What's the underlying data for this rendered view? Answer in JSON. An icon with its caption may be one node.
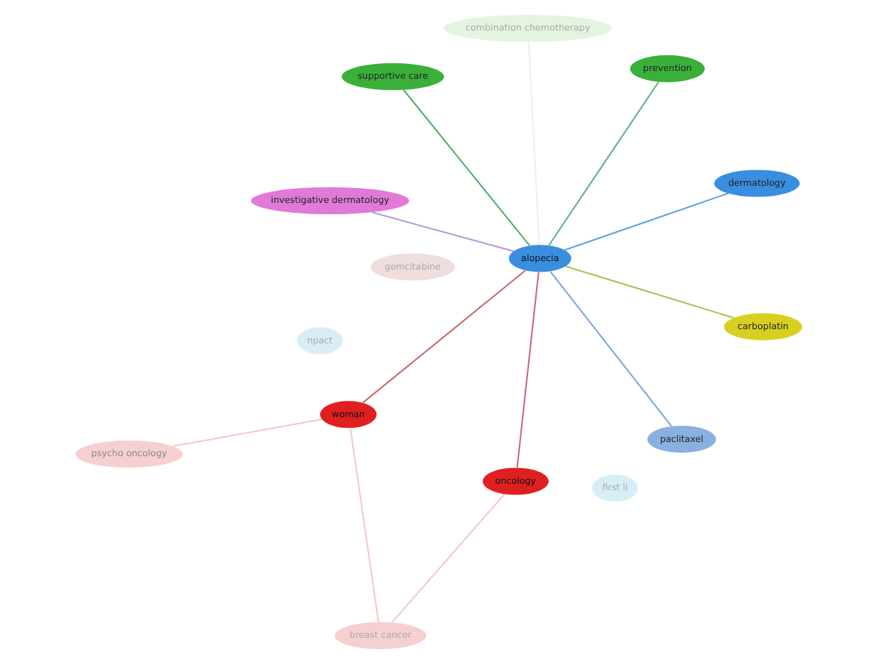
{
  "diagram": {
    "nodes": [
      {
        "text": [
          "investigative dermatology"
        ]
      },
      {
        "text": [
          "dermatology"
        ]
      },
      {
        "text": [
          "alopecia"
        ]
      },
      {
        "text": [
          "combination chemotherapy"
        ]
      },
      {
        "text": [
          "prevention"
        ]
      },
      {
        "text": [
          "supportive care"
        ]
      },
      {
        "text": [
          "oncology"
        ]
      },
      {
        "text": [
          "npact"
        ]
      },
      {
        "text": [
          "woman"
        ]
      },
      {
        "text": [
          "breast cancer"
        ]
      },
      {
        "text": [
          "paclitaxel"
        ]
      },
      {
        "text": [
          "carboplatin"
        ]
      },
      {
        "text": [
          "psycho oncology"
        ]
      },
      {
        "text": [
          "gemcitabine"
        ]
      },
      {
        "text": [
          "first li"
        ]
      }
    ],
    "edges": [
      {
        "from": 2,
        "to": 0,
        "arrow": "none",
        "color": "#b89ad8"
      },
      {
        "from": 2,
        "to": 1,
        "arrow": "none",
        "color": "#5a9fe0"
      },
      {
        "from": 2,
        "to": 4,
        "arrow": "none",
        "color": "#5fb08a"
      },
      {
        "from": 2,
        "to": 5,
        "arrow": "none",
        "color": "#4fb06a"
      },
      {
        "from": 2,
        "to": 8,
        "arrow": "none",
        "color": "#c86a6a"
      },
      {
        "from": 2,
        "to": 6,
        "arrow": "none",
        "color": "#c86a7a"
      },
      {
        "from": 2,
        "to": 10,
        "arrow": "none",
        "color": "#7aa8d8"
      },
      {
        "from": 2,
        "to": 11,
        "arrow": "none",
        "color": "#a8c050"
      },
      {
        "from": 2,
        "to": 3,
        "arrow": "none",
        "color": "#e8f4e8"
      },
      {
        "from": 8,
        "to": 9,
        "arrow": "none",
        "color": "#f4c8c8"
      },
      {
        "from": 6,
        "to": 9,
        "arrow": "none",
        "color": "#f4c8c8"
      },
      {
        "from": 8,
        "to": 12,
        "arrow": "none",
        "color": "#f4c8c8"
      }
    ]
  }
}
